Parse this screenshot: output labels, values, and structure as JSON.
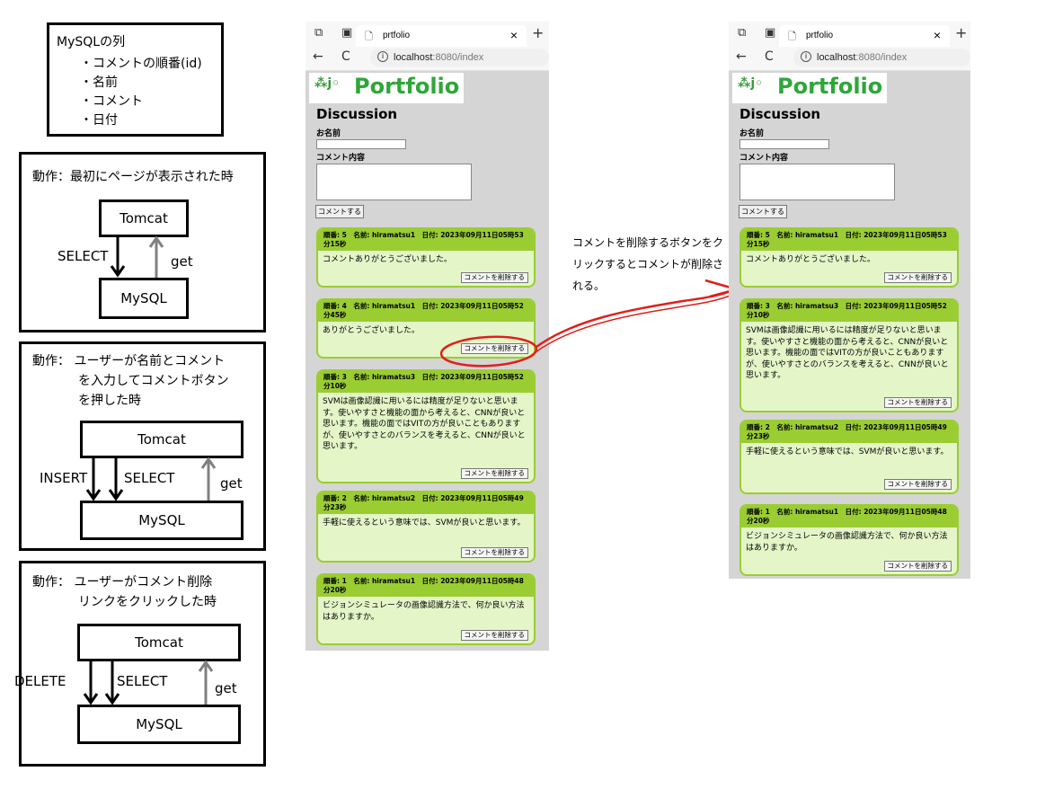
{
  "schema_box": {
    "title": "MySQLの列",
    "columns": [
      "・コメントの順番(id)",
      "・名前",
      "・コメント",
      "・日付"
    ]
  },
  "panels": [
    {
      "caption_lines": [
        "動作：最初にページが表示された時"
      ],
      "tomcat": "Tomcat",
      "mysql": "MySQL",
      "down_labels": [
        "SELECT"
      ],
      "up_label": "get"
    },
    {
      "caption_lines": [
        "動作： ユーザーが名前とコメント",
        "を入力してコメントボタン",
        "を押した時"
      ],
      "tomcat": "Tomcat",
      "mysql": "MySQL",
      "down_labels": [
        "INSERT",
        "SELECT"
      ],
      "up_label": "get"
    },
    {
      "caption_lines": [
        "動作： ユーザーがコメント削除",
        "リンクをクリックした時"
      ],
      "tomcat": "Tomcat",
      "mysql": "MySQL",
      "down_labels": [
        "DELETE",
        "SELECT"
      ],
      "up_label": "get"
    }
  ],
  "annotation": {
    "lines": [
      "コメントを削除するボタンをク",
      "リックするとコメントが削除さ",
      "れる。"
    ],
    "highlight_color": "#e0201a"
  },
  "browser": {
    "tab_title": "prtfolio",
    "tab_close": "×",
    "new_tab": "+",
    "nav_back": "←",
    "nav_reload": "C",
    "url_host": "localhost",
    "url_rest": ":8080/index",
    "logo_text": "Portfolio",
    "heading": "Discussion",
    "name_label": "お名前",
    "comment_label": "コメント内容",
    "submit_label": "コメントする",
    "delete_label": "コメントを削除する",
    "accent_color": "#9acd32"
  },
  "before_comments": [
    {
      "header": "順番: 5　名前: hiramatsu1　日付: 2023年09月11日05時53分15秒",
      "body": "コメントありがとうございました。"
    },
    {
      "header": "順番: 4　名前: hiramatsu1　日付: 2023年09月11日05時52分45秒",
      "body": "ありがとうございました。"
    },
    {
      "header": "順番: 3　名前: hiramatsu3　日付: 2023年09月11日05時52分10秒",
      "body": "SVMは画像認識に用いるには精度が足りないと思います。使いやすさと機能の面から考えると、CNNが良いと思います。機能の面ではVITの方が良いこともありますが、使いやすさとのバランスを考えると、CNNが良いと思います。"
    },
    {
      "header": "順番: 2　名前: hiramatsu2　日付: 2023年09月11日05時49分23秒",
      "body": "手軽に使えるという意味では、SVMが良いと思います。"
    },
    {
      "header": "順番: 1　名前: hiramatsu1　日付: 2023年09月11日05時48分20秒",
      "body": "ビジョンシミュレータの画像認識方法で、何か良い方法はありますか。"
    }
  ],
  "after_comments": [
    {
      "header": "順番: 5　名前: hiramatsu1　日付: 2023年09月11日05時53分15秒",
      "body": "コメントありがとうございました。"
    },
    {
      "header": "順番: 3　名前: hiramatsu3　日付: 2023年09月11日05時52分10秒",
      "body": "SVMは画像認識に用いるには精度が足りないと思います。使いやすさと機能の面から考えると、CNNが良いと思います。機能の面ではVITの方が良いこともありますが、使いやすさとのバランスを考えると、CNNが良いと思います。"
    },
    {
      "header": "順番: 2　名前: hiramatsu2　日付: 2023年09月11日05時49分23秒",
      "body": "手軽に使えるという意味では、SVMが良いと思います。"
    },
    {
      "header": "順番: 1　名前: hiramatsu1　日付: 2023年09月11日05時48分20秒",
      "body": "ビジョンシミュレータの画像認識方法で、何か良い方法はありますか。"
    }
  ]
}
